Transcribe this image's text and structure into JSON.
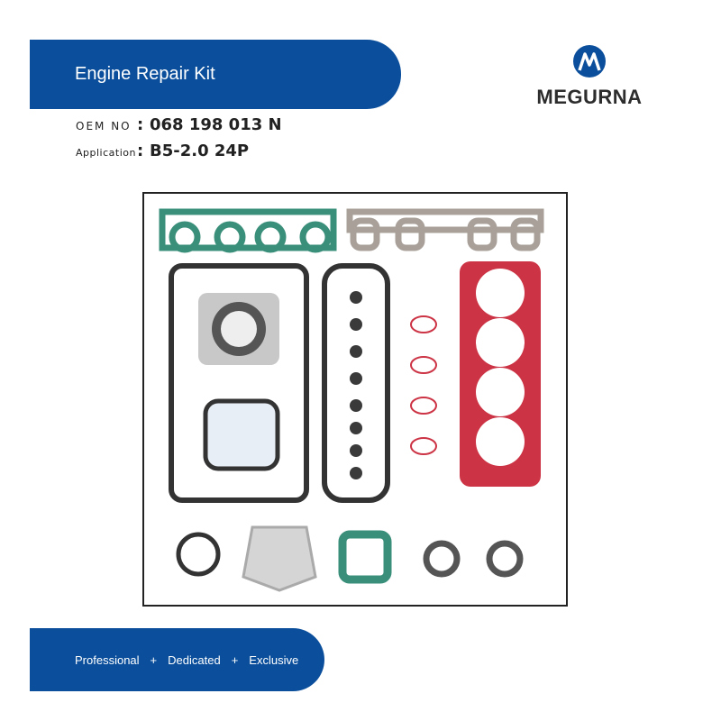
{
  "header": {
    "title": "Engine Repair Kit"
  },
  "brand": {
    "name": "MEGURNA",
    "logo_icon": "megurna-logo-icon",
    "color": "#0b4f9c"
  },
  "info": {
    "oem_label": "OEM NO",
    "oem_value": "068 198 013 N",
    "application_label": "Application",
    "application_value": "B5-2.0 24P",
    "separator": ":"
  },
  "footer": {
    "items": [
      "Professional",
      "Dedicated",
      "Exclusive"
    ],
    "separator": "+"
  },
  "photo": {
    "icon": "gasket-kit-photo"
  },
  "colors": {
    "banner": "#0b4f9c",
    "head_gasket": "#cc3344",
    "green_gasket": "#3a8f7a"
  }
}
